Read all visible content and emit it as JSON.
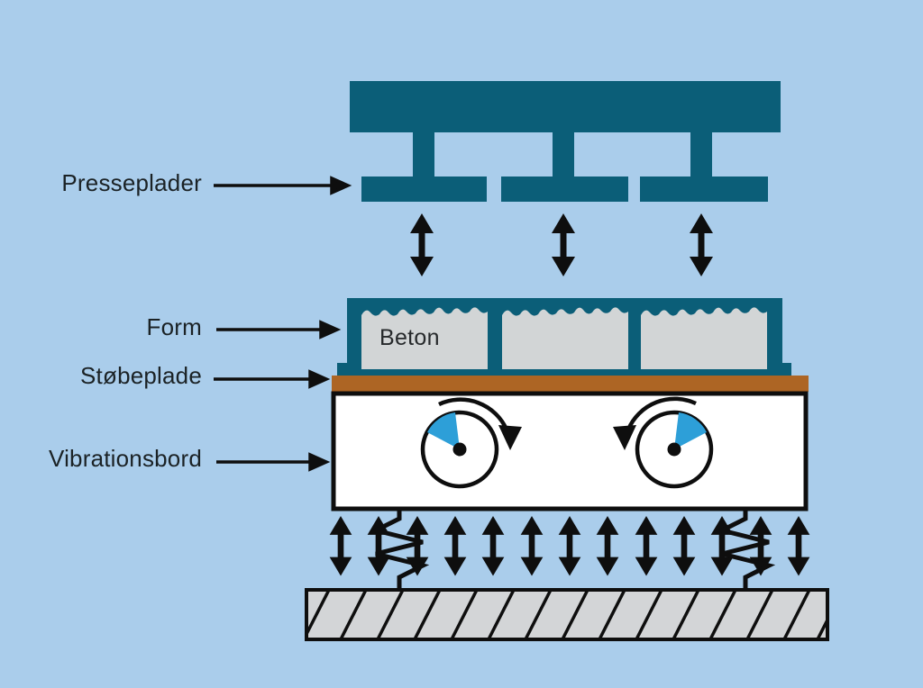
{
  "diagram": {
    "title": "Concrete block machine diagram",
    "labels": {
      "presseplader": "Presseplader",
      "form": "Form",
      "stoebeplade": "Støbeplade",
      "vibrationsbord": "Vibrationsbord",
      "beton": "Beton"
    },
    "colors": {
      "background": "#aacdeb",
      "machine_teal": "#0b5e78",
      "concrete_gray": "#d2d5d6",
      "casting_plate_brown": "#ad6524",
      "eccentric_wedge_blue": "#2d9fd8",
      "ground_gray": "#d3d5d7",
      "line_black": "#0e0e0e",
      "table_white": "#ffffff"
    }
  }
}
